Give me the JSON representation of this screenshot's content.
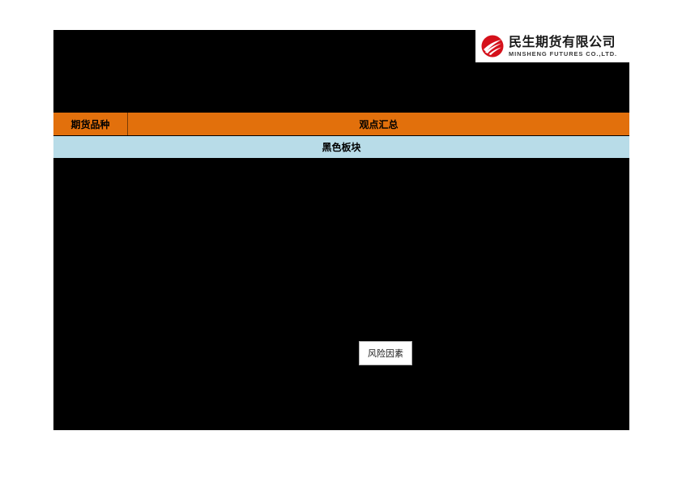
{
  "brand": {
    "mark_icon": "minsheng-circular-swoosh-icon",
    "name_cn": "民生期货有限公司",
    "name_en": "MINSHENG FUTURES CO.,LTD.",
    "mark_color": "#D5111B",
    "mark_inner_color": "#FFFFFF"
  },
  "colors": {
    "header_orange": "#E2700C",
    "sector_blue": "#B8DCE8",
    "body_black": "#000000",
    "page_white": "#FFFFFF"
  },
  "table": {
    "headers": {
      "variety": "期货品种",
      "summary": "观点汇总"
    },
    "sector_row": {
      "label": "黑色板块"
    }
  },
  "callout": {
    "risk_factor": "风险因素"
  }
}
